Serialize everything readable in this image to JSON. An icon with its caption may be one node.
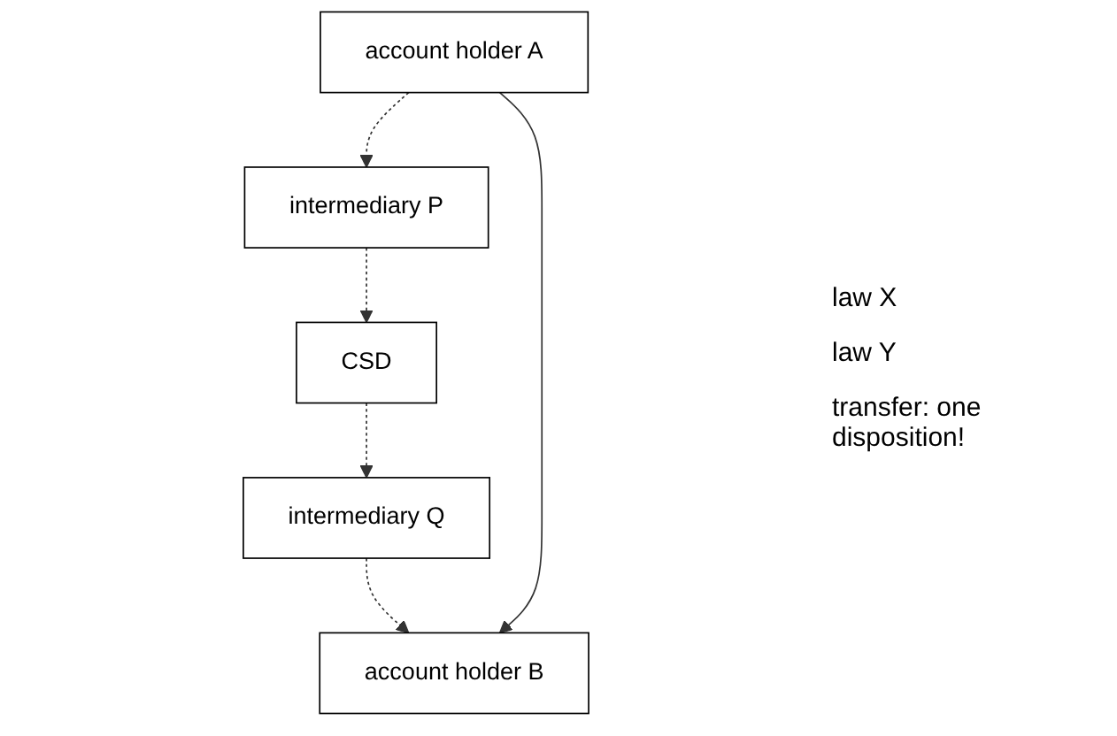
{
  "diagram": {
    "nodes": [
      {
        "text": [
          "CSD"
        ]
      },
      {
        "text": [
          "intermediary P"
        ]
      },
      {
        "text": [
          "intermediary Q"
        ]
      },
      {
        "text": [
          "account holder A"
        ]
      },
      {
        "text": [
          "account holder B"
        ]
      }
    ],
    "edges": [
      {
        "from": 3,
        "to": 1,
        "arrow": "to",
        "style": "dashed"
      },
      {
        "from": 1,
        "to": 0,
        "arrow": "to",
        "style": "dashed"
      },
      {
        "from": 0,
        "to": 2,
        "arrow": "to",
        "style": "dashed"
      },
      {
        "from": 2,
        "to": 4,
        "arrow": "to",
        "style": "dashed"
      },
      {
        "from": 3,
        "to": 4,
        "arrow": "to"
      }
    ],
    "labels": [
      "law X",
      "law Y",
      "transfer: one disposition!"
    ]
  }
}
